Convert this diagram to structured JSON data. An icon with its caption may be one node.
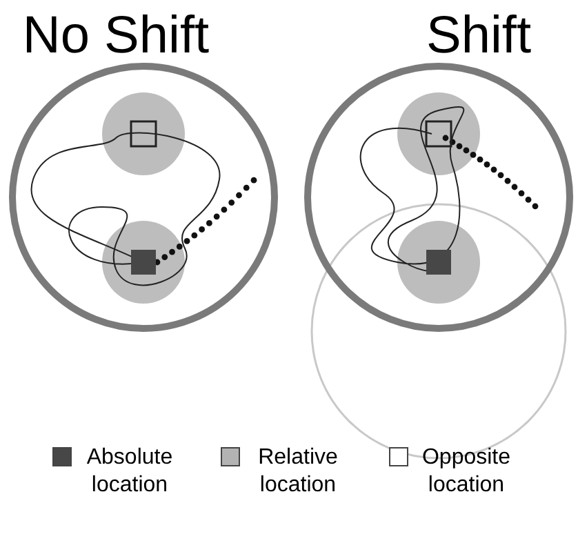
{
  "diagram": {
    "labels": [
      "No Shift",
      "Shift"
    ],
    "legend": [
      {
        "text": "Absolute location",
        "color": "#474747"
      },
      {
        "text": "Relative location",
        "color": "#b3b3b3"
      },
      {
        "text": "Opposite location",
        "color": "#ffffff"
      }
    ]
  }
}
